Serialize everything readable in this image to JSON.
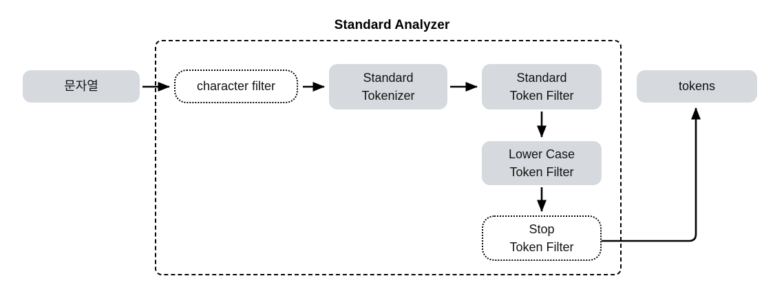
{
  "diagram": {
    "title": "Standard Analyzer",
    "container_label": "standard-analyzer-container",
    "colors": {
      "node_fill": "#d6dade",
      "stroke": "#000000",
      "text": "#111111",
      "background": "#ffffff"
    },
    "nodes": {
      "input": {
        "label": "문자열",
        "style": "filled"
      },
      "character_filter": {
        "label": "character filter",
        "style": "dotted"
      },
      "tokenizer": {
        "line1": "Standard",
        "line2": "Tokenizer",
        "style": "filled"
      },
      "standard_token_filter": {
        "line1": "Standard",
        "line2": "Token Filter",
        "style": "filled"
      },
      "lowercase_token_filter": {
        "line1": "Lower Case",
        "line2": "Token Filter",
        "style": "filled"
      },
      "stop_token_filter": {
        "line1": "Stop",
        "line2": "Token Filter",
        "style": "dotted"
      },
      "tokens": {
        "label": "tokens",
        "style": "filled"
      }
    },
    "edges": [
      {
        "name": "input-to-character-filter",
        "from": "input",
        "to": "character_filter"
      },
      {
        "name": "character-filter-to-tokenizer",
        "from": "character_filter",
        "to": "tokenizer"
      },
      {
        "name": "tokenizer-to-standard-token-filter",
        "from": "tokenizer",
        "to": "standard_token_filter"
      },
      {
        "name": "standard-to-lowercase-token-filter",
        "from": "standard_token_filter",
        "to": "lowercase_token_filter"
      },
      {
        "name": "lowercase-to-stop-token-filter",
        "from": "lowercase_token_filter",
        "to": "stop_token_filter"
      },
      {
        "name": "stop-token-filter-to-tokens",
        "from": "stop_token_filter",
        "to": "tokens"
      }
    ]
  }
}
